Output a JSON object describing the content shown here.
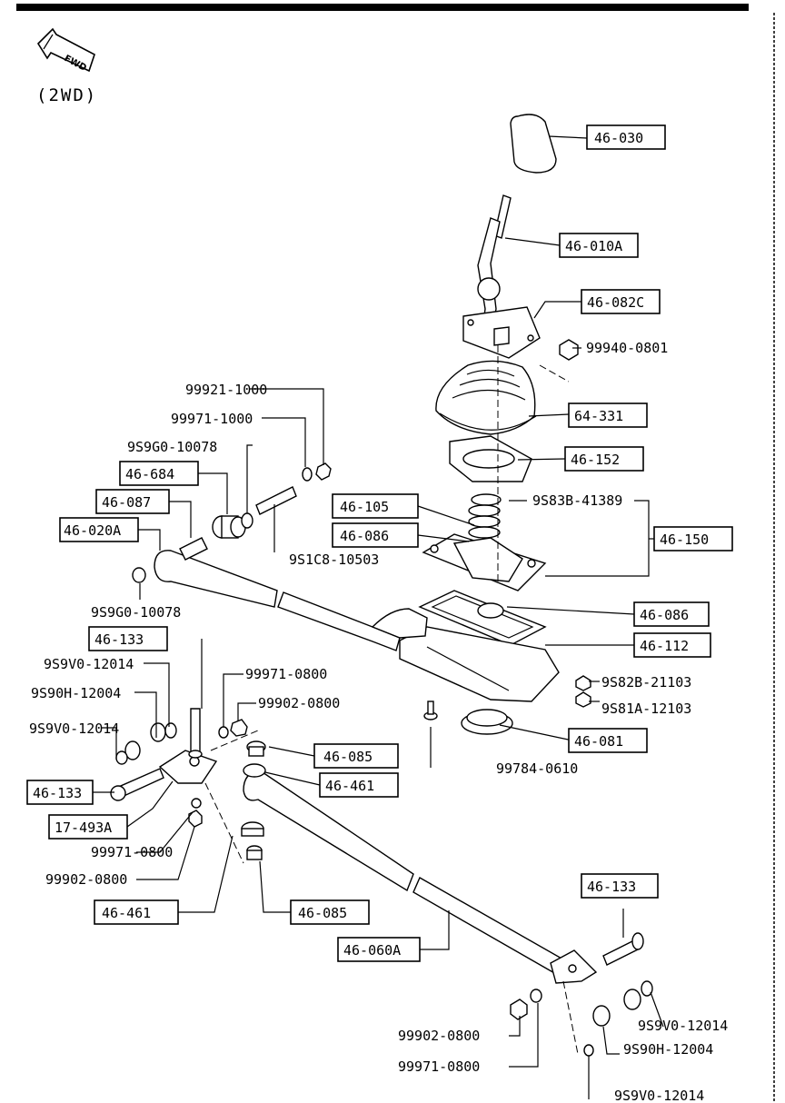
{
  "header": {
    "variant": "(2WD)",
    "direction": "FWD"
  },
  "boxed_labels": {
    "knob": "46-030",
    "lever": "46-010A",
    "cover_plate": "46-082C",
    "boot": "64-331",
    "seal_plate": "46-152",
    "bushing_a": "46-684",
    "collar": "46-087",
    "rod_upper": "46-020A",
    "spring": "46-105",
    "ball_seat_upper": "46-086",
    "housing": "46-150",
    "ball_seat_lower": "46-086",
    "gasket": "46-112",
    "bushing_b": "46-081",
    "bolt_left_top": "46-133",
    "bolt_left": "46-133",
    "bracket": "17-493A",
    "bush_right_top": "46-085",
    "bush_right_mid": "46-461",
    "bush_bottom_a": "46-461",
    "bush_bottom_b": "46-085",
    "rod_lower": "46-060A",
    "bolt_right": "46-133"
  },
  "plain_labels": {
    "nut_top_right": "99940-0801",
    "washer_a": "99921-1000",
    "washer_b": "99971-1000",
    "washer_c": "9S9G0-10078",
    "bolt_stud": "9S1C8-10503",
    "washer_d": "9S9G0-10078",
    "snap_ring": "9S83B-41389",
    "bushing_l1": "9S9V0-12014",
    "bushing_l2": "9S90H-12004",
    "bushing_l3": "9S9V0-12014",
    "washer_e": "99971-0800",
    "nut_a": "99902-0800",
    "nut_b": "9S82B-21103",
    "nut_c": "9S81A-12103",
    "bolt_b": "99784-0610",
    "washer_f": "99971-0800",
    "nut_d": "99902-0800",
    "nut_e": "99902-0800",
    "washer_g": "99971-0800",
    "bushing_r1": "9S9V0-12014",
    "bushing_r2": "9S90H-12004",
    "bushing_r3": "9S9V0-12014"
  }
}
